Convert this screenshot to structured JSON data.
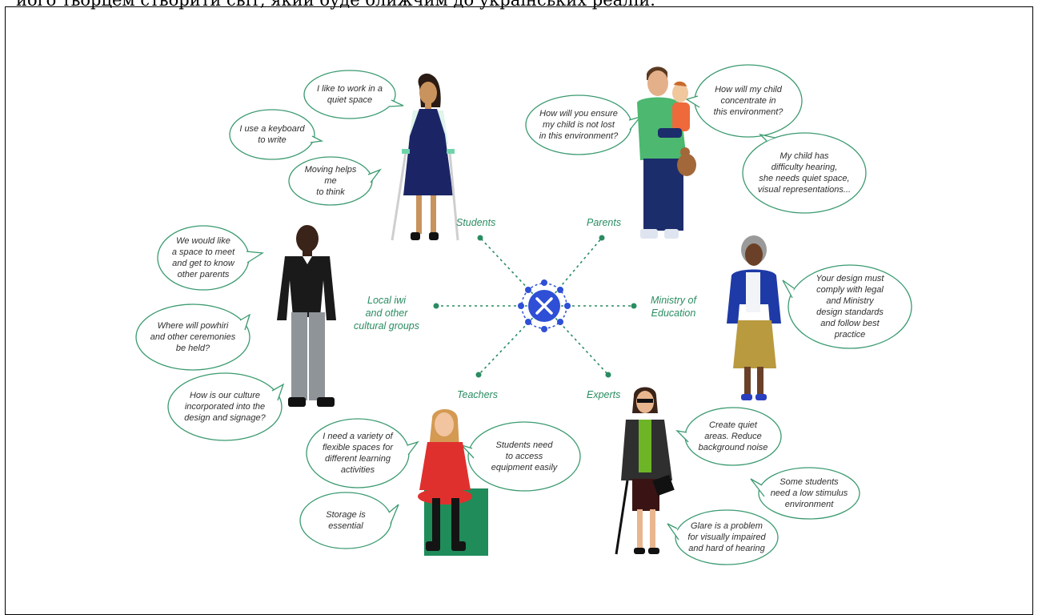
{
  "page": {
    "top_text": "його творцем створити світ, який буде ближчим до українських реалій."
  },
  "colors": {
    "accent_green": "#2a8c62",
    "bubble_stroke": "#3b9a70",
    "center_blue": "#2e4fd6"
  },
  "center_icon": "pencil-ruler-cross-icon",
  "groups": [
    {
      "id": "students",
      "label": "Students"
    },
    {
      "id": "parents",
      "label": "Parents"
    },
    {
      "id": "local_iwi",
      "label": "Local iwi\nand other\ncultural groups"
    },
    {
      "id": "ministry",
      "label": "Ministry of\nEducation"
    },
    {
      "id": "teachers",
      "label": "Teachers"
    },
    {
      "id": "experts",
      "label": "Experts"
    }
  ],
  "quotes": {
    "students": [
      "I like to work in a\nquiet space",
      "I use a keyboard\nto write",
      "Moving helps me\nto think"
    ],
    "parents": [
      "How will you ensure\nmy child is not lost\nin this environment?",
      "How will my child\nconcentrate in\nthis environment?",
      "My child has\ndifficulty hearing,\nshe needs quiet space,\nvisual representations..."
    ],
    "local_iwi": [
      "We would like\na space to meet\nand get to know\nother parents",
      "Where will powhiri\nand other ceremonies\nbe held?",
      "How is our culture\nincorporated into the\ndesign and signage?"
    ],
    "ministry": [
      "Your design must\ncomply with legal\nand Ministry\ndesign standards\nand follow best\npractice"
    ],
    "teachers": [
      "I need a variety of\nflexible spaces for\ndifferent learning\nactivities",
      "Students need\nto access\nequipment easily",
      "Storage is\nessential"
    ],
    "experts": [
      "Create  quiet\nareas.  Reduce\nbackground noise",
      "Some students\nneed a low stimulus\nenvironment",
      "Glare is a problem\nfor visually impaired\nand hard of hearing"
    ]
  },
  "people": [
    {
      "name": "student-girl-with-crutches"
    },
    {
      "name": "parent-father-holding-child"
    },
    {
      "name": "iwi-man"
    },
    {
      "name": "ministry-woman"
    },
    {
      "name": "teacher-woman"
    },
    {
      "name": "expert-woman-with-cane"
    }
  ]
}
